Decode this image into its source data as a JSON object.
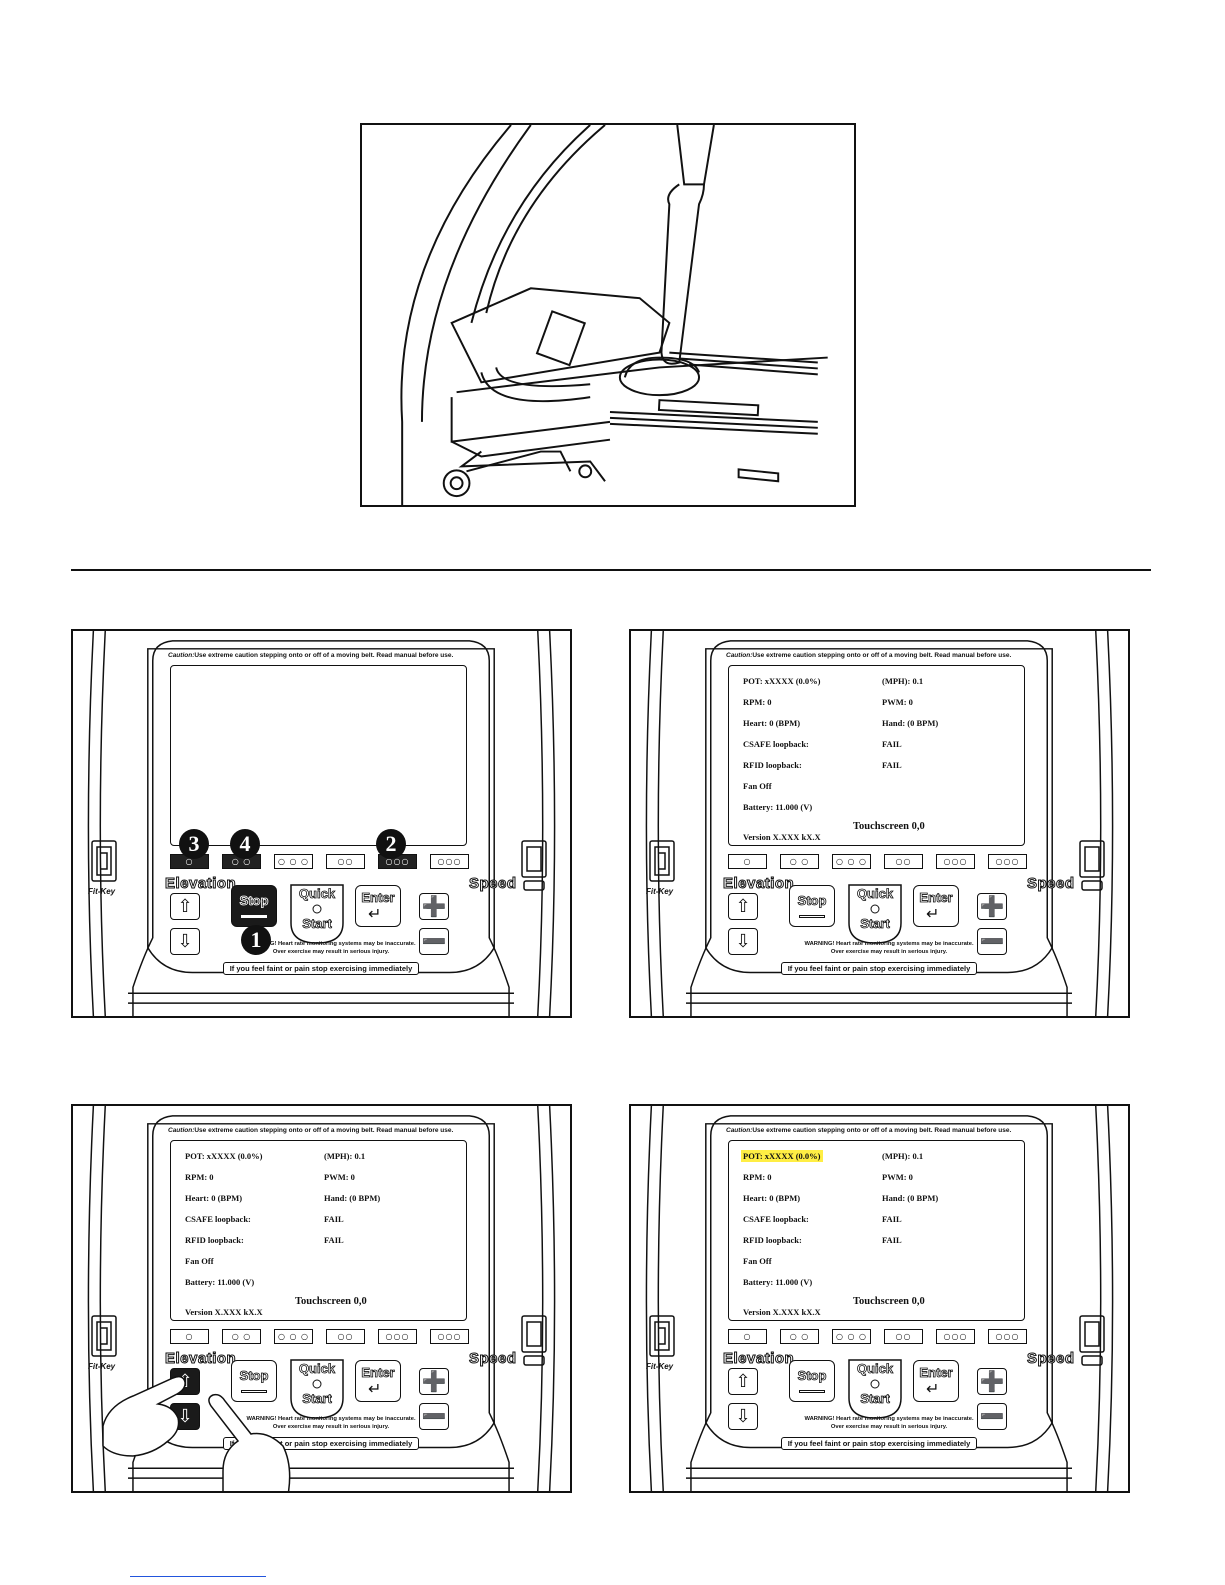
{
  "console": {
    "caution_label": "Caution:",
    "caution_text": "Use extreme caution stepping onto or off of a moving belt. Read manual before use.",
    "elevation_label": "Elevation",
    "speed_label": "Speed",
    "stop_label": "Stop",
    "quick_label": "Quick",
    "start_label": "Start",
    "enter_label": "Enter",
    "warning_line1": "WARNING! Heart rate monitoring systems may be inaccurate.",
    "warning_line2": "Over exercise may result in serious injury.",
    "faint_text": "If you feel faint or pain stop exercising immediately",
    "fitkey_label": "Fit-Key",
    "keys": [
      "○",
      "○ ○",
      "○ ○ ○",
      "○○",
      "○○○",
      "○○○"
    ]
  },
  "diagnostics": {
    "pot": "POT: xXXXX  (0.0%)",
    "mph": "(MPH): 0.1",
    "rpm": "RPM: 0",
    "pwm": "PWM: 0",
    "heart": "Heart: 0 (BPM)",
    "hand": "Hand: (0 BPM)",
    "csafe": "CSAFE loopback:",
    "csafe_val": "FAIL",
    "rfid": "RFID loopback:",
    "rfid_val": "FAIL",
    "fan": "Fan Off",
    "battery": "Battery: 11.000 (V)",
    "touchscreen": "Touchscreen 0,0",
    "version": "Version X.XXX  kX.X"
  },
  "callouts": [
    "1",
    "2",
    "3",
    "4"
  ]
}
